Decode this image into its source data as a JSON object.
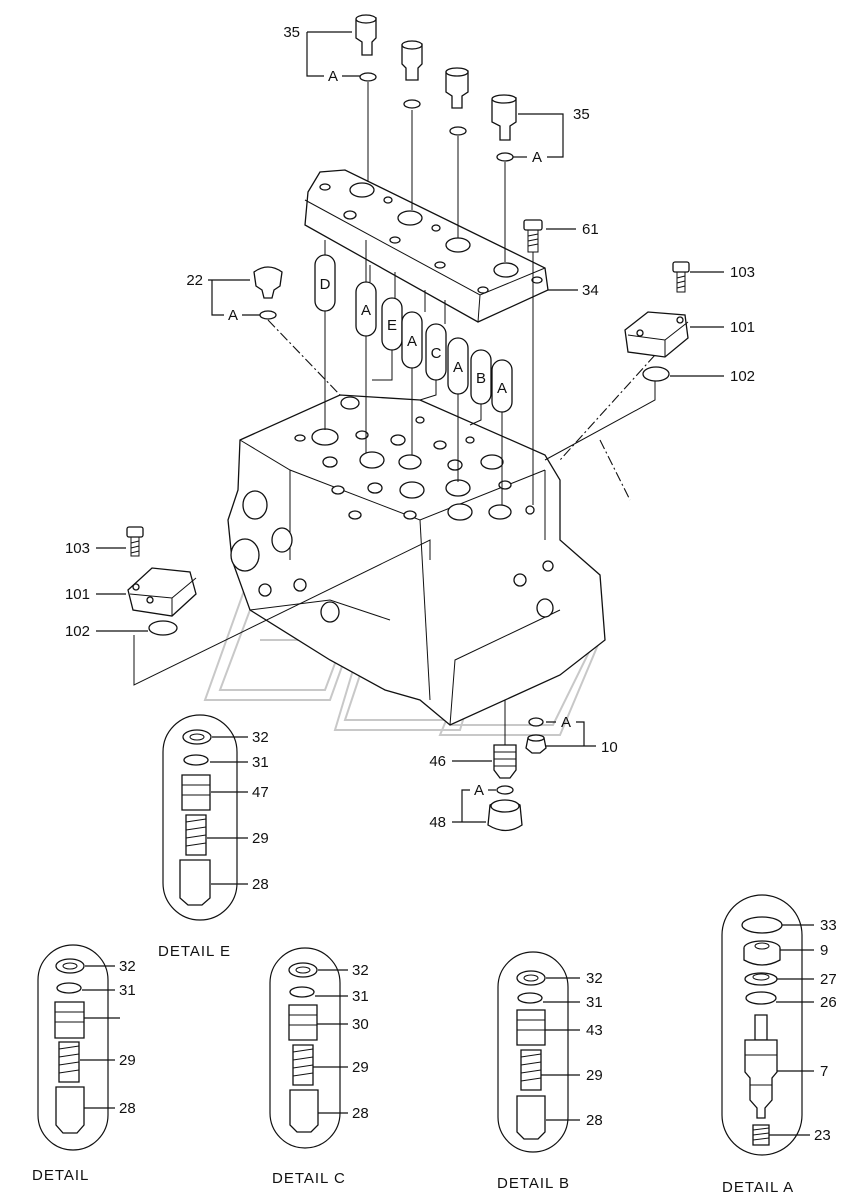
{
  "labels": {
    "p35_top": "35",
    "p35_right": "35",
    "p61": "61",
    "p34": "34",
    "p22": "22",
    "p103_right": "103",
    "p101_right": "101",
    "p102_right": "102",
    "p103_left": "103",
    "p101_left": "101",
    "p102_left": "102",
    "p10": "10",
    "p46": "46",
    "p48": "48",
    "a_35_top": "A",
    "a_35_right": "A",
    "a_22": "A",
    "a_10": "A",
    "a_48": "A"
  },
  "capsule_letters": [
    "D",
    "A",
    "E",
    "A",
    "C",
    "A",
    "B",
    "A"
  ],
  "details": [
    {
      "caption": "DETAIL E",
      "parts": [
        "32",
        "31",
        "47",
        "29",
        "28"
      ]
    },
    {
      "caption": "DETAIL",
      "parts": [
        "32",
        "31",
        "",
        "29",
        "28"
      ]
    },
    {
      "caption": "DETAIL  C",
      "parts": [
        "32",
        "31",
        "30",
        "29",
        "28"
      ]
    },
    {
      "caption": "DETAIL  B",
      "parts": [
        "32",
        "31",
        "43",
        "29",
        "28"
      ]
    },
    {
      "caption": "DETAIL  A",
      "parts": [
        "33",
        "9",
        "27",
        "26",
        "7",
        "23"
      ]
    }
  ]
}
